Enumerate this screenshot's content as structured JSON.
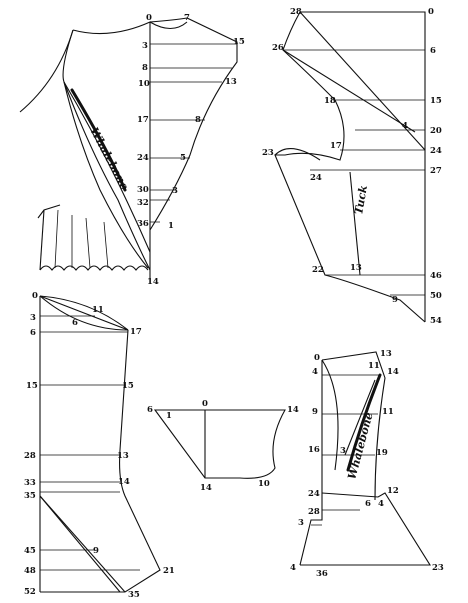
{
  "pieces": {
    "front": {
      "marks": [
        "0",
        "7",
        "3",
        "15",
        "8",
        "10",
        "13",
        "17",
        "8",
        "24",
        "5",
        "30",
        "3",
        "32",
        "36",
        "1",
        "14"
      ],
      "whalebone_label": "Whalebone"
    },
    "back": {
      "marks": [
        "28",
        "0",
        "26",
        "6",
        "18",
        "15",
        "20",
        "4",
        "24",
        "17",
        "27",
        "24",
        "23",
        "Tuck",
        "13",
        "46",
        "22",
        "50",
        "9",
        "54"
      ],
      "tuck_label": "Tuck"
    },
    "sleeve": {
      "marks": [
        "0",
        "11",
        "3",
        "6",
        "17",
        "6",
        "15",
        "15",
        "28",
        "13",
        "33",
        "14",
        "35",
        "45",
        "9",
        "48",
        "21",
        "52",
        "35"
      ]
    },
    "collar": {
      "marks": [
        "6",
        "1",
        "0",
        "14",
        "14",
        "10"
      ]
    },
    "side": {
      "marks": [
        "0",
        "13",
        "11",
        "14",
        "4",
        "9",
        "11",
        "16",
        "3",
        "19",
        "24",
        "12",
        "28",
        "6",
        "4",
        "3",
        "4",
        "36",
        "23"
      ],
      "whalebone_label": "Whalebone"
    }
  }
}
